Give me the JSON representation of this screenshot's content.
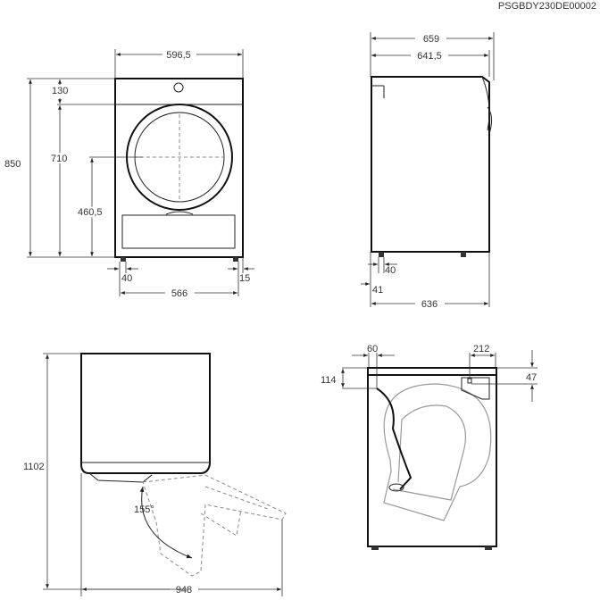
{
  "document_code": "PSGBDY230DE00002",
  "front_view": {
    "width_total": "596,5",
    "height_total": "850",
    "top_panel": "130",
    "door_height": "710",
    "door_center_height": "460,5",
    "foot_left_offset": "40",
    "foot_right_offset": "15",
    "feet_span": "566"
  },
  "side_view": {
    "depth_total": "659",
    "depth_body": "641,5",
    "foot_offset": "40",
    "foot_rear": "41",
    "base_depth": "636"
  },
  "door_open_view": {
    "height_open": "1102",
    "depth_open": "948",
    "door_angle": "155°"
  },
  "rear_view": {
    "hose_offset": "60",
    "inlet_offset": "212",
    "hose_height": "114",
    "inlet_height": "47"
  }
}
